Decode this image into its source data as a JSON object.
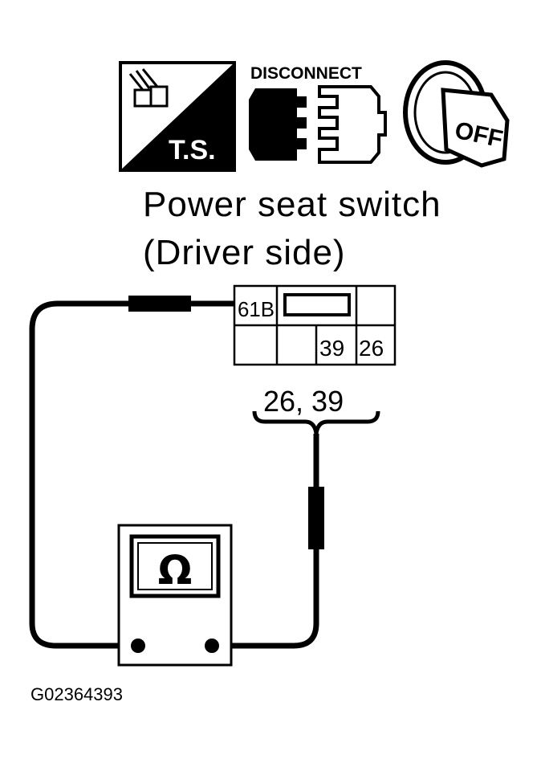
{
  "icons": {
    "trouble_shoot_label": "T.S.",
    "disconnect_label": "DISCONNECT",
    "ignition_label": "OFF"
  },
  "title": {
    "line1": "Power seat switch",
    "line2": "(Driver side)"
  },
  "connector": {
    "id": "61B",
    "pin_a": "39",
    "pin_b": "26"
  },
  "probe_label": "26, 39",
  "meter_symbol": "Ω",
  "figure_code": "G02364393"
}
